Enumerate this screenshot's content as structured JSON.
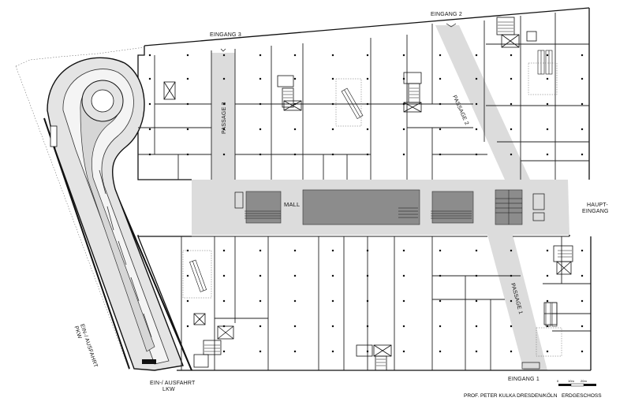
{
  "labels": {
    "eingang_1": "EINGANG 1",
    "eingang_2": "EINGANG 2",
    "eingang_3": "EINGANG 3",
    "passage_1": "PASSAGE 1",
    "passage_2": "PASSAGE 2",
    "passage_3": "PASSAGE 3",
    "mall": "MALL",
    "haupt_1": "HAUPT-",
    "haupt_2": "EINGANG",
    "lkw_1": "EIN-/ AUSFAHRT",
    "lkw_2": "LKW",
    "pkw_1": "EIN-/ AUSFAHRT",
    "pkw_2": "PKW"
  },
  "footer": {
    "author": "PROF. PETER KULKA  DRESDEN/KÖLN",
    "floor": "ERDGESCHOSS"
  },
  "scale": {
    "ticks": [
      "0",
      "10m",
      "20m"
    ]
  },
  "colors": {
    "corridor": "#dcdcdc",
    "dark_block": "#8c8c8c",
    "ramp": "#e4e4e4",
    "wall": "#111111"
  }
}
